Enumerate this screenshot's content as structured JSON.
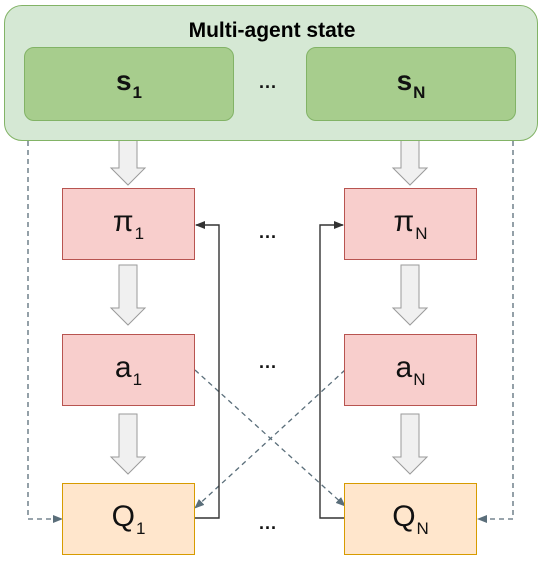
{
  "state": {
    "title": "Multi-agent state",
    "s1": {
      "main": "s",
      "sub": "1"
    },
    "sN": {
      "main": "s",
      "sub": "N"
    },
    "ellipsis": "..."
  },
  "policies": {
    "p1": {
      "main": "π",
      "sub": "1"
    },
    "pN": {
      "main": "π",
      "sub": "N"
    },
    "ellipsis": "..."
  },
  "actions": {
    "a1": {
      "main": "a",
      "sub": "1"
    },
    "aN": {
      "main": "a",
      "sub": "N"
    },
    "ellipsis": "..."
  },
  "critics": {
    "q1": {
      "main": "Q",
      "sub": "1"
    },
    "qN": {
      "main": "Q",
      "sub": "N"
    },
    "ellipsis": "..."
  },
  "colors": {
    "state_outer": "#d5e8d4",
    "state_inner": "#a7cd8d",
    "policy_action": "#f8cecc",
    "critic": "#ffe6cc",
    "arrow_block": "#f0f0f0",
    "dashed": "#5a6e7a"
  }
}
